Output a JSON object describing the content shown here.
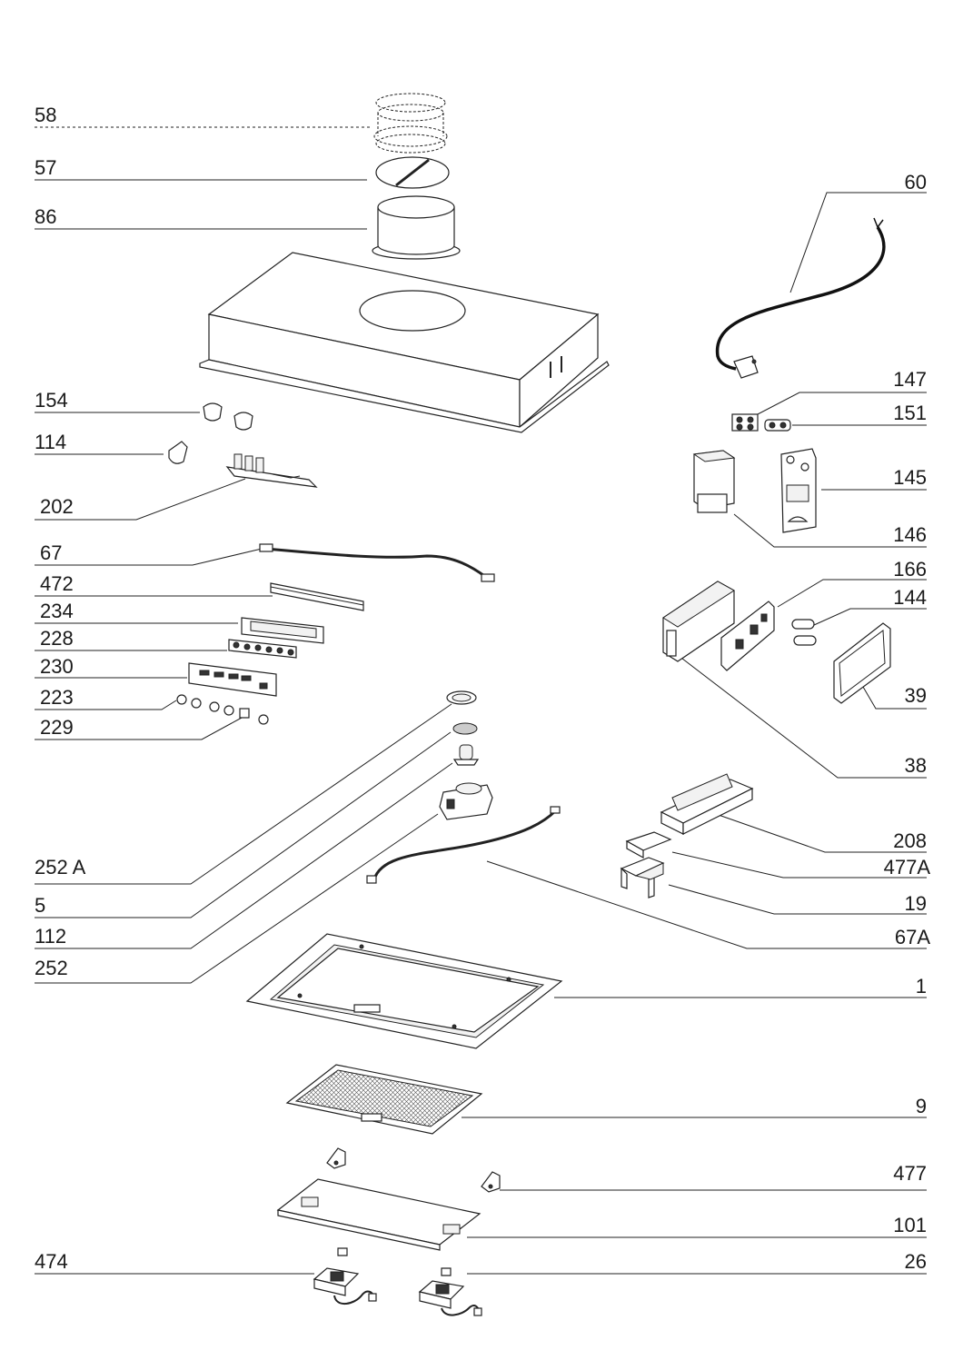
{
  "labels": {
    "left": {
      "p58": "58",
      "p57": "57",
      "p86": "86",
      "p154": "154",
      "p114": "114",
      "p202": "202",
      "p67": "67",
      "p472": "472",
      "p234": "234",
      "p228": "228",
      "p230": "230",
      "p223": "223",
      "p229": "229",
      "p252a": "252 A",
      "p5": "5",
      "p112": "112",
      "p252": "252",
      "p474": "474"
    },
    "right": {
      "p60": "60",
      "p147": "147",
      "p151": "151",
      "p145": "145",
      "p146": "146",
      "p166": "166",
      "p144": "144",
      "p39": "39",
      "p38": "38",
      "p208": "208",
      "p477a": "477A",
      "p19": "19",
      "p67a": "67A",
      "p1": "1",
      "p9": "9",
      "p477": "477",
      "p101": "101",
      "p26": "26"
    }
  }
}
